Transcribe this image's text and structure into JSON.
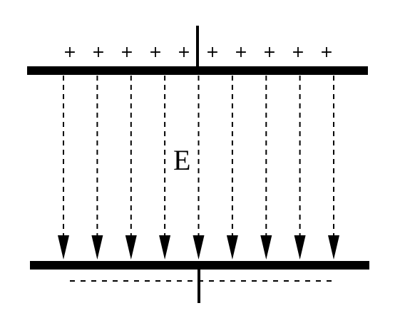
{
  "diagram": {
    "field_label": "E",
    "positive_symbol": "+",
    "positive_charge_count": 10,
    "field_line_count": 9,
    "colors": {
      "ink": "#000000",
      "background": "#ffffff"
    }
  }
}
